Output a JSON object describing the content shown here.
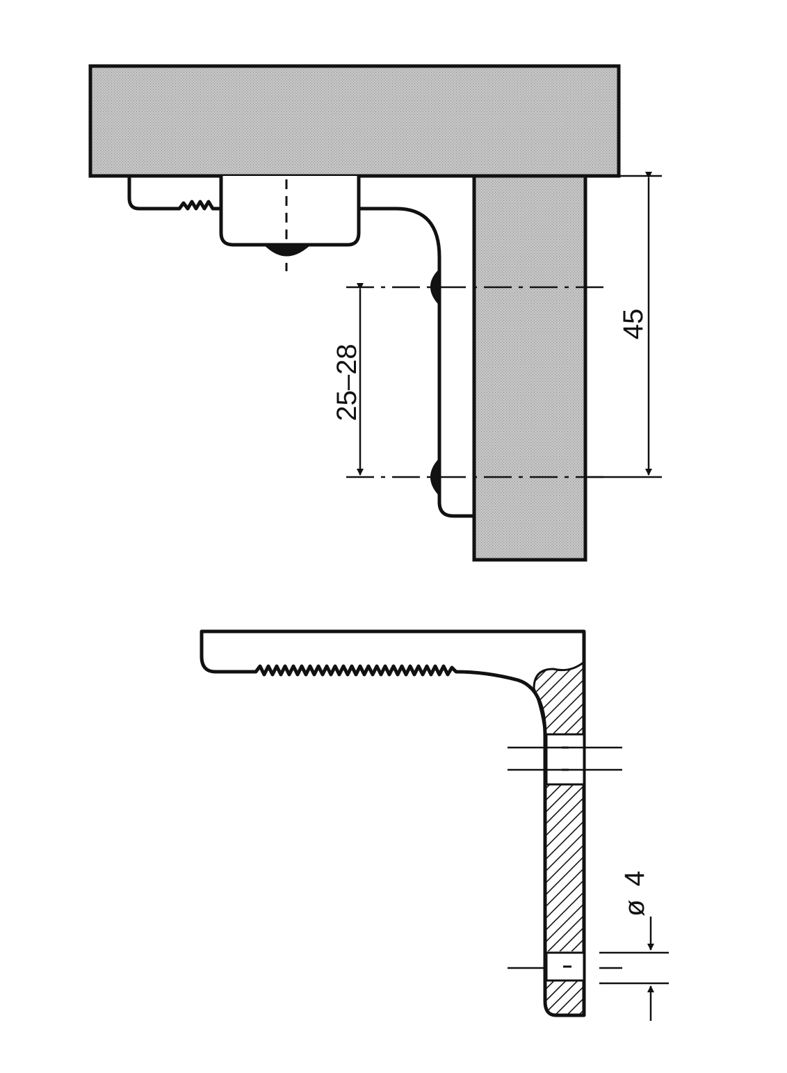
{
  "drawing": {
    "colors": {
      "ink": "#111111",
      "panel_fill": "#bdbdbd",
      "background": "#ffffff",
      "hatch": "#111111"
    },
    "dimensions": {
      "hole_spacing": "25–28",
      "mounting_height": "45",
      "hole_diameter_symbol": "ø",
      "hole_diameter_value": "4"
    }
  }
}
